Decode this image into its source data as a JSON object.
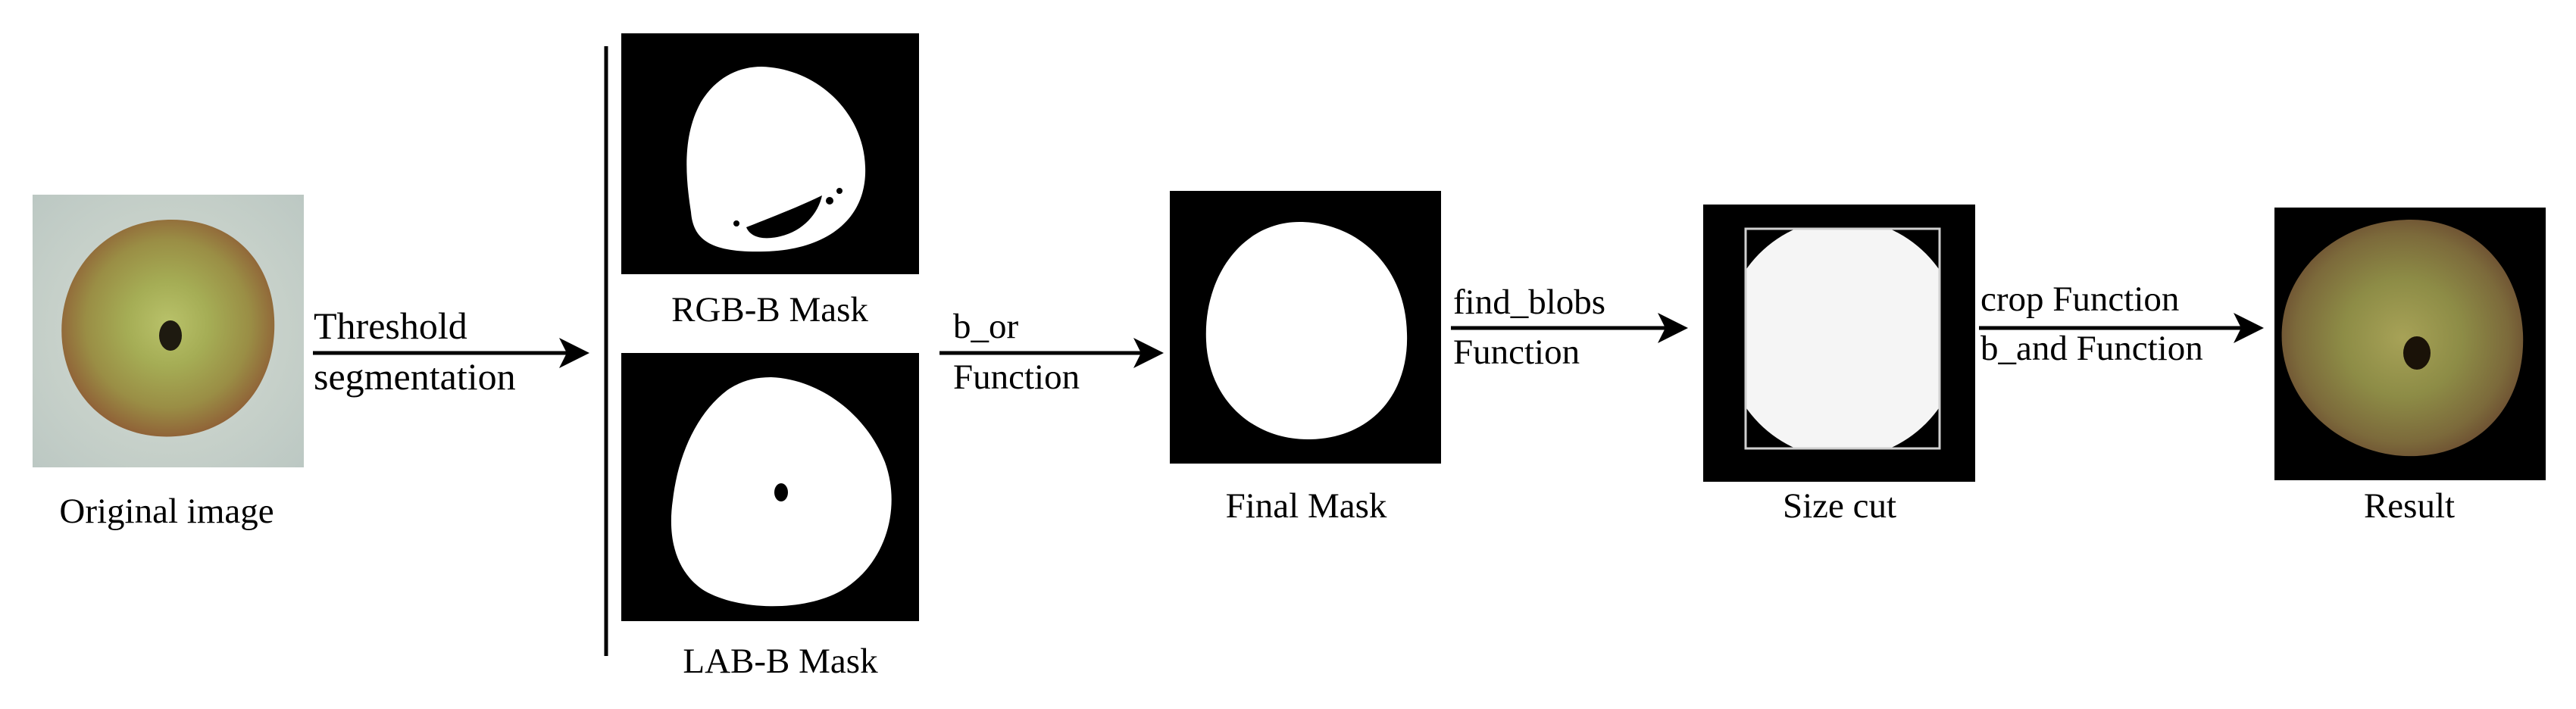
{
  "stages": {
    "original": {
      "caption": "Original image"
    },
    "rgb_mask": {
      "caption": "RGB-B Mask"
    },
    "lab_mask": {
      "caption": "LAB-B Mask"
    },
    "final_mask": {
      "caption": "Final Mask"
    },
    "size_cut": {
      "caption": "Size cut"
    },
    "result": {
      "caption": "Result"
    }
  },
  "steps": {
    "threshold": {
      "line1": "Threshold",
      "line2": "segmentation"
    },
    "b_or": {
      "line1": "b_or",
      "line2": "Function"
    },
    "find_blobs": {
      "line1": "find_blobs",
      "line2": "Function"
    },
    "crop": {
      "line1": "crop Function",
      "line2": "b_and Function"
    }
  },
  "colors": {
    "ink": "#000000",
    "mask_fg": "#ffffff",
    "mask_bg": "#000000",
    "apple_green": "#8a9a3e",
    "apple_red": "#b0653a",
    "photo_bg": "#c9d4c8"
  }
}
